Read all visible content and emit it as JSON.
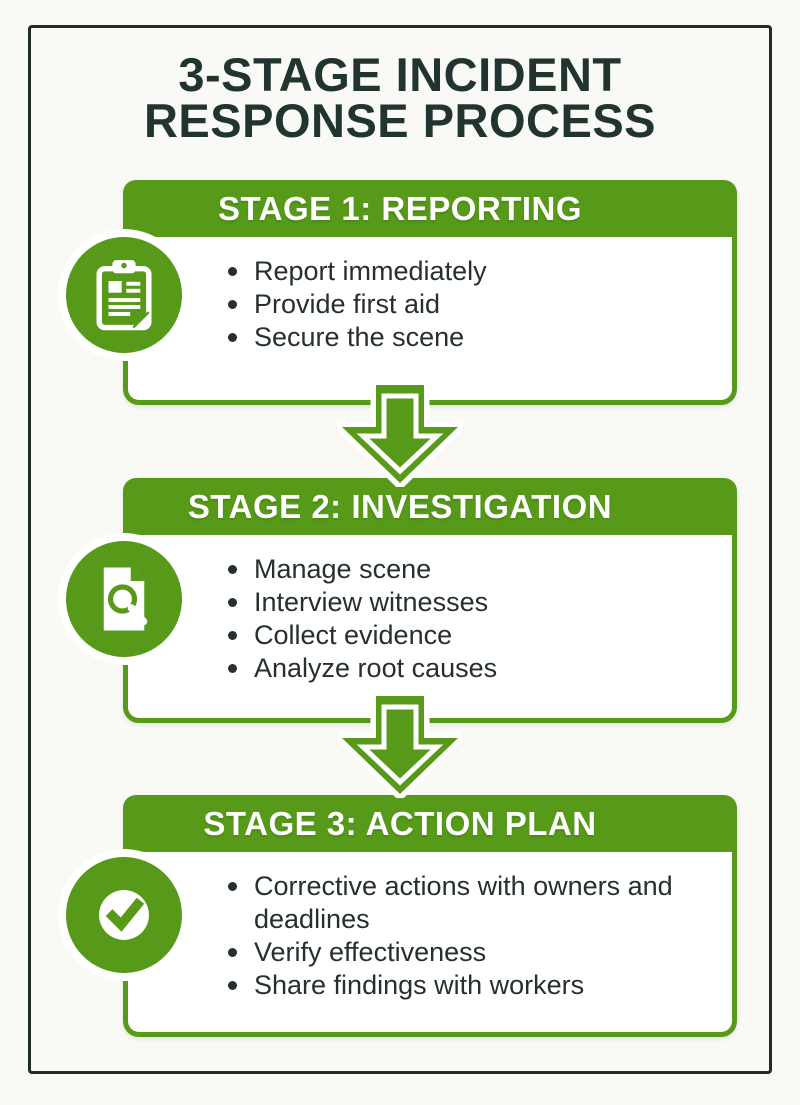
{
  "poster": {
    "title_line1": "3-STAGE INCIDENT",
    "title_line2": "RESPONSE PROCESS"
  },
  "colors": {
    "accent_green": "#579a19",
    "frame_dark": "#1f2b27",
    "title_text": "#223430",
    "body_text": "#26302e",
    "card_background": "#ffffff",
    "page_background": "#f9f9f6",
    "header_text": "#ffffff"
  },
  "stages": [
    {
      "header": "STAGE 1: REPORTING",
      "icon": "clipboard-report-icon",
      "bullets": [
        "Report immediately",
        "Provide first aid",
        "Secure the scene"
      ]
    },
    {
      "header": "STAGE 2: INVESTIGATION",
      "icon": "document-magnifier-icon",
      "bullets": [
        "Manage scene",
        "Interview witnesses",
        "Collect evidence",
        "Analyze root causes"
      ]
    },
    {
      "header": "STAGE 3: ACTION PLAN",
      "icon": "check-circle-icon",
      "bullets": [
        "Corrective actions with owners and deadlines",
        "Verify effectiveness",
        "Share findings with workers"
      ]
    }
  ],
  "connectors": {
    "arrow1": "down-arrow",
    "arrow2": "down-arrow"
  }
}
